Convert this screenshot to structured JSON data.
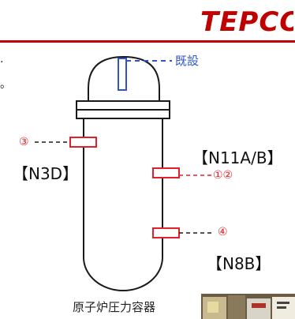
{
  "header": {
    "logo_text": "TEPCO",
    "left_text_fragment": "。"
  },
  "diagram": {
    "existing_label": "既設",
    "point3_label": "③",
    "point12_label": "①②",
    "point4_label": "④",
    "tag_n3d": "【N3D】",
    "tag_n11ab": "【N11A/B】",
    "tag_n8b": "【N8B】",
    "caption": "原子炉圧力容器"
  },
  "colors": {
    "brand_red": "#c00000",
    "sensor_red": "#e0202a",
    "existing_blue": "#2f55c8",
    "outline": "#1a1a1a"
  }
}
